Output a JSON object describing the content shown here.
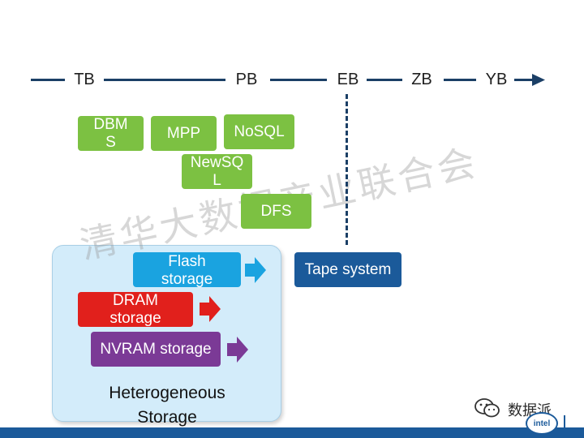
{
  "axis": {
    "labels": [
      "TB",
      "PB",
      "EB",
      "ZB",
      "YB"
    ]
  },
  "database_boxes": {
    "dbms": "DBM\nS",
    "mpp": "MPP",
    "nosql": "NoSQL",
    "newsql": "NewSQ\nL",
    "dfs": "DFS"
  },
  "storage": {
    "flash": "Flash\nstorage",
    "dram": "DRAM\nstorage",
    "nvram": "NVRAM storage",
    "tape": "Tape system",
    "group_label": "Heterogeneous\nStorage"
  },
  "watermark": "清华大数据产业联合会",
  "footer": {
    "wechat_label": "数据派",
    "logo_text": "intel"
  },
  "colors": {
    "axis": "#1b3f66",
    "green": "#7cc142",
    "flash": "#1aa3e0",
    "dram": "#e1201c",
    "nvram": "#7b3a96",
    "tape": "#1b5a9a",
    "group_bg": "#d3ecfa"
  }
}
